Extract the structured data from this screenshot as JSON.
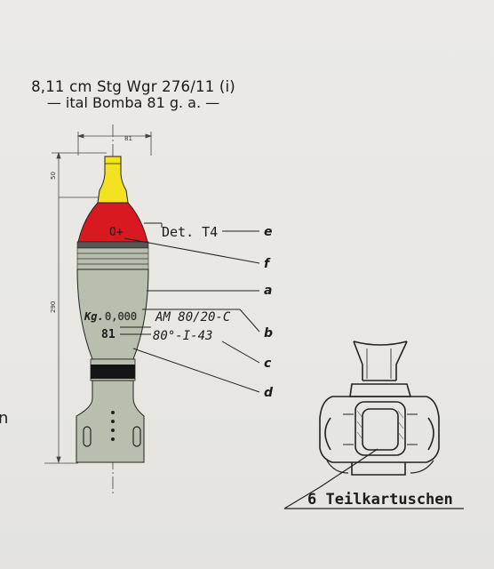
{
  "title": {
    "line1": "8,11 cm Stg Wgr 276/11 (i)",
    "line2": "— ital Bomba 81 g. a. —"
  },
  "dimensions": {
    "diameter": "81",
    "fuze_length": "50",
    "total_length": "290"
  },
  "markings": {
    "fuze_symbol": "O+",
    "detonator": "Det. T4",
    "weight_label": "Kg.",
    "weight_value": "0,000",
    "explosive": "AM 80/20-C",
    "caliber": "81",
    "lot": "80°-I-43"
  },
  "callouts": {
    "e": "e",
    "f": "f",
    "a": "a",
    "b": "b",
    "c": "c",
    "d": "d"
  },
  "detail": {
    "caption": "6 Teilkartuschen"
  },
  "colors": {
    "fuze_yellow": "#f2e21f",
    "head_red": "#d8191f",
    "body_grey": "#b9bfae",
    "band_black": "#151515",
    "ink": "#1b1b1b"
  }
}
